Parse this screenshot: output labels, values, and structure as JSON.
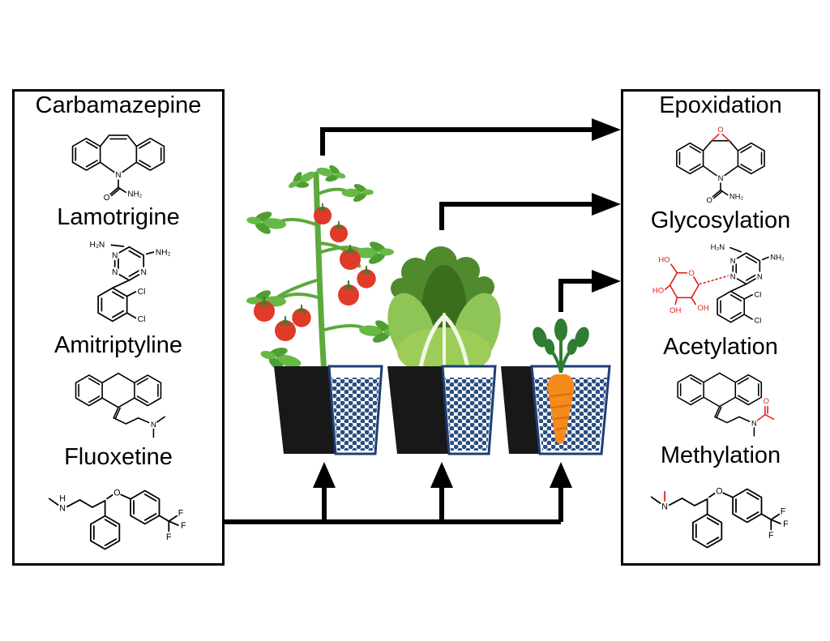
{
  "left_panel": {
    "compounds": [
      {
        "name": "Carbamazepine"
      },
      {
        "name": "Lamotrigine"
      },
      {
        "name": "Amitriptyline"
      },
      {
        "name": "Fluoxetine"
      }
    ]
  },
  "right_panel": {
    "transformations": [
      {
        "name": "Epoxidation"
      },
      {
        "name": "Glycosylation"
      },
      {
        "name": "Acetylation"
      },
      {
        "name": "Methylation"
      }
    ]
  },
  "atoms": {
    "n": "N",
    "o": "O",
    "h": "H",
    "f": "F",
    "cl": "Cl",
    "nh2": "NH₂",
    "h2n": "H₂N",
    "ho": "HO",
    "oh": "OH"
  },
  "graphics": {
    "plants": [
      "tomato-plant",
      "lettuce",
      "carrot"
    ],
    "containers": [
      "pot-with-dotted-beaker",
      "pot-with-dotted-beaker",
      "pot-with-dotted-beaker"
    ],
    "arrows": [
      "tomato-to-products",
      "lettuce-to-products",
      "carrot-to-products",
      "uptake-into-pot-1",
      "uptake-into-pot-2",
      "uptake-into-pot-3"
    ]
  },
  "colors": {
    "modification_red": "#e0201d",
    "bond_black": "#000000",
    "stem_green": "#5da93c",
    "leaf_light": "#67b945",
    "leaf_dark": "#4f9e33",
    "lettuce_outer": "#8fc457",
    "lettuce_core": "#3a6e1d",
    "tomato_red": "#e03a28",
    "carrot_orange": "#f58a1d",
    "frond_green": "#2e7d32",
    "pot_black": "#181818",
    "beaker_navy": "#1d3f73",
    "dot_blue": "#2b4f81"
  }
}
